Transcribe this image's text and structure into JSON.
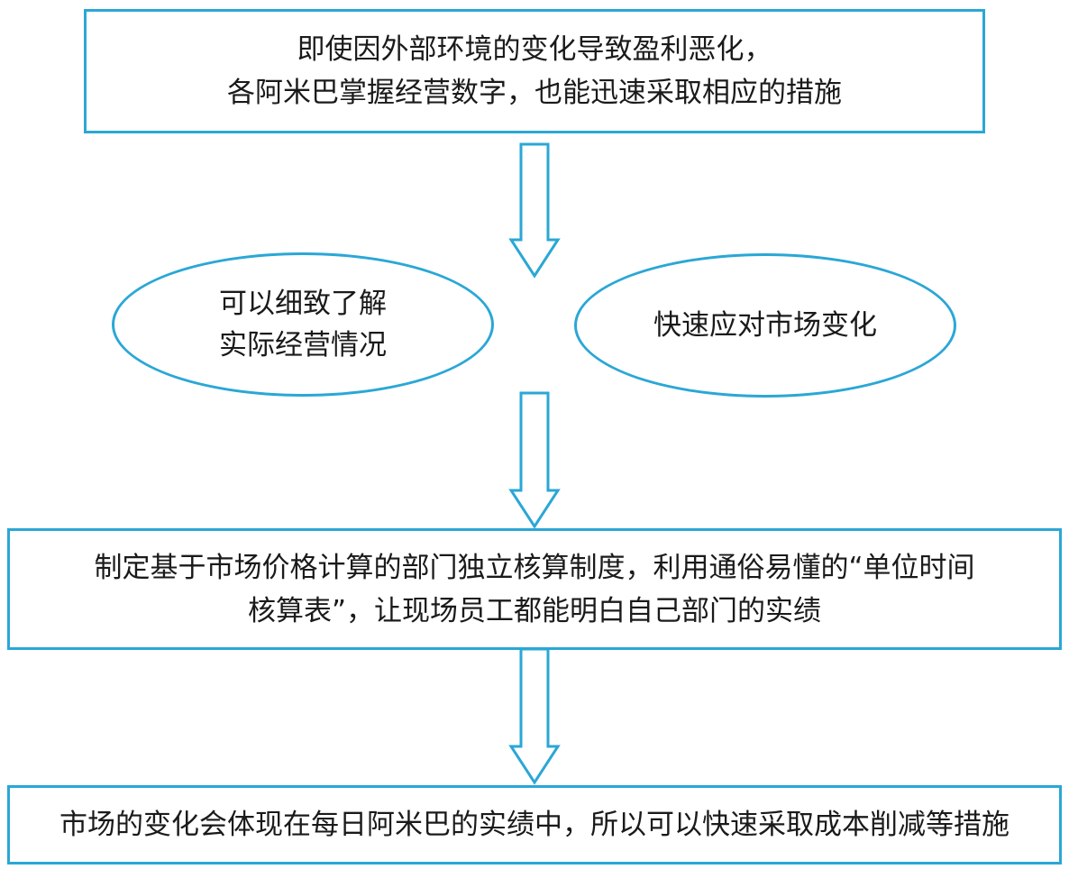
{
  "top_box": {
    "line1": "即使因外部环境的变化导致盈利恶化，",
    "line2": "各阿米巴掌握经营数字，也能迅速采取相应的措施"
  },
  "ellipse_left": {
    "line1": "可以细致了解",
    "line2": "实际经营情况"
  },
  "ellipse_right": {
    "line1": "快速应对市场变化"
  },
  "middle_box": {
    "line1": "制定基于市场价格计算的部门独立核算制度，利用通俗易懂的“单位时间",
    "line2": "核算表”，让现场员工都能明白自己部门的实绩"
  },
  "bottom_box": {
    "line1": "市场的变化会体现在每日阿米巴的实绩中，所以可以快速采取成本削减等措施"
  },
  "colors": {
    "border": "#2aa7d6",
    "text": "#1a1a1a",
    "background": "#ffffff"
  }
}
